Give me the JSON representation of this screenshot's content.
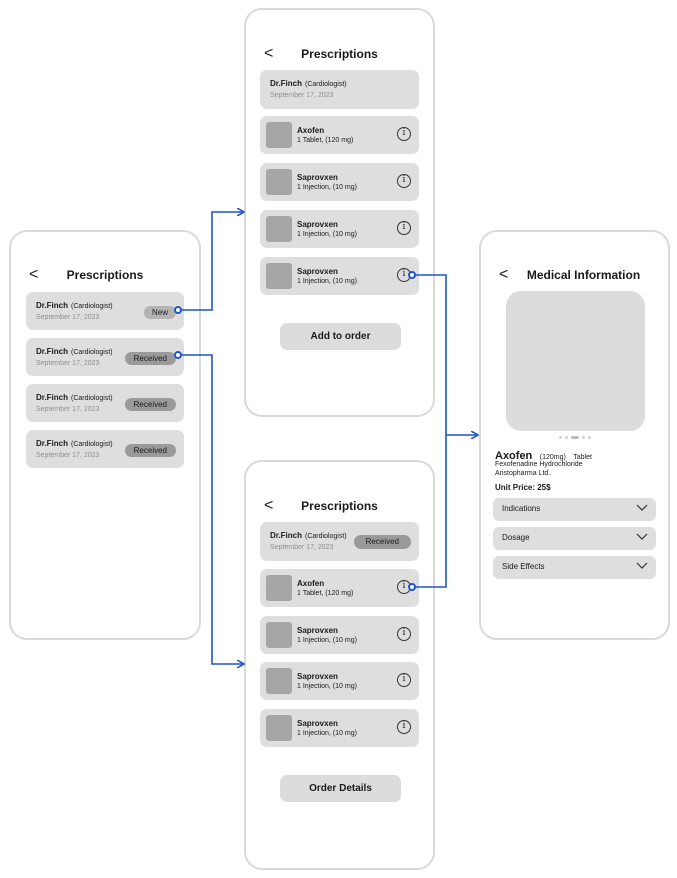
{
  "screen_list": {
    "back": "<",
    "title": "Prescriptions",
    "items": [
      {
        "doctor": "Dr.Finch",
        "role": "(Cardiologist)",
        "date": "September 17, 2023",
        "status": "New"
      },
      {
        "doctor": "Dr.Finch",
        "role": "(Cardiologist)",
        "date": "September 17, 2023",
        "status": "Received"
      },
      {
        "doctor": "Dr.Finch",
        "role": "(Cardiologist)",
        "date": "September 17, 2023",
        "status": "Received"
      },
      {
        "doctor": "Dr.Finch",
        "role": "(Cardiologist)",
        "date": "September 17, 2023",
        "status": "Received"
      }
    ]
  },
  "screen_new": {
    "back": "<",
    "title": "Prescriptions",
    "doctor": {
      "name": "Dr.Finch",
      "role": "(Cardiologist)",
      "date": "September 17, 2023"
    },
    "meds": [
      {
        "name": "Axofen",
        "dose": "1 Tablet, (120 mg)"
      },
      {
        "name": "Saprovxen",
        "dose": "1 Injection, (10 mg)"
      },
      {
        "name": "Saprovxen",
        "dose": "1 Injection, (10 mg)"
      },
      {
        "name": "Saprovxen",
        "dose": "1 Injection, (10 mg)"
      }
    ],
    "action": "Add to order"
  },
  "screen_received": {
    "back": "<",
    "title": "Prescriptions",
    "doctor": {
      "name": "Dr.Finch",
      "role": "(Cardiologist)",
      "date": "September 17, 2023",
      "status": "Received"
    },
    "meds": [
      {
        "name": "Axofen",
        "dose": "1 Tablet, (120 mg)"
      },
      {
        "name": "Saprovxen",
        "dose": "1 Injection, (10 mg)"
      },
      {
        "name": "Saprovxen",
        "dose": "1 Injection, (10 mg)"
      },
      {
        "name": "Saprovxen",
        "dose": "1 Injection, (10 mg)"
      }
    ],
    "action": "Order Details"
  },
  "screen_info": {
    "back": "<",
    "title": "Medical Information",
    "drug_name": "Axofen",
    "drug_strength": "(120mg)",
    "drug_form": "Tablet",
    "generic": "Fexofenadine Hydrochloride",
    "maker": "Aristopharma Ltd.",
    "price": "Unit Price: 25$",
    "sections": [
      "Indications",
      "Dosage",
      "Side Effects"
    ]
  },
  "info_icon_glyph": "i",
  "colors": {
    "connector": "#2155cc",
    "card": "#dedede",
    "thumb": "#a6a6a6",
    "badge": "#9a9a9a"
  }
}
